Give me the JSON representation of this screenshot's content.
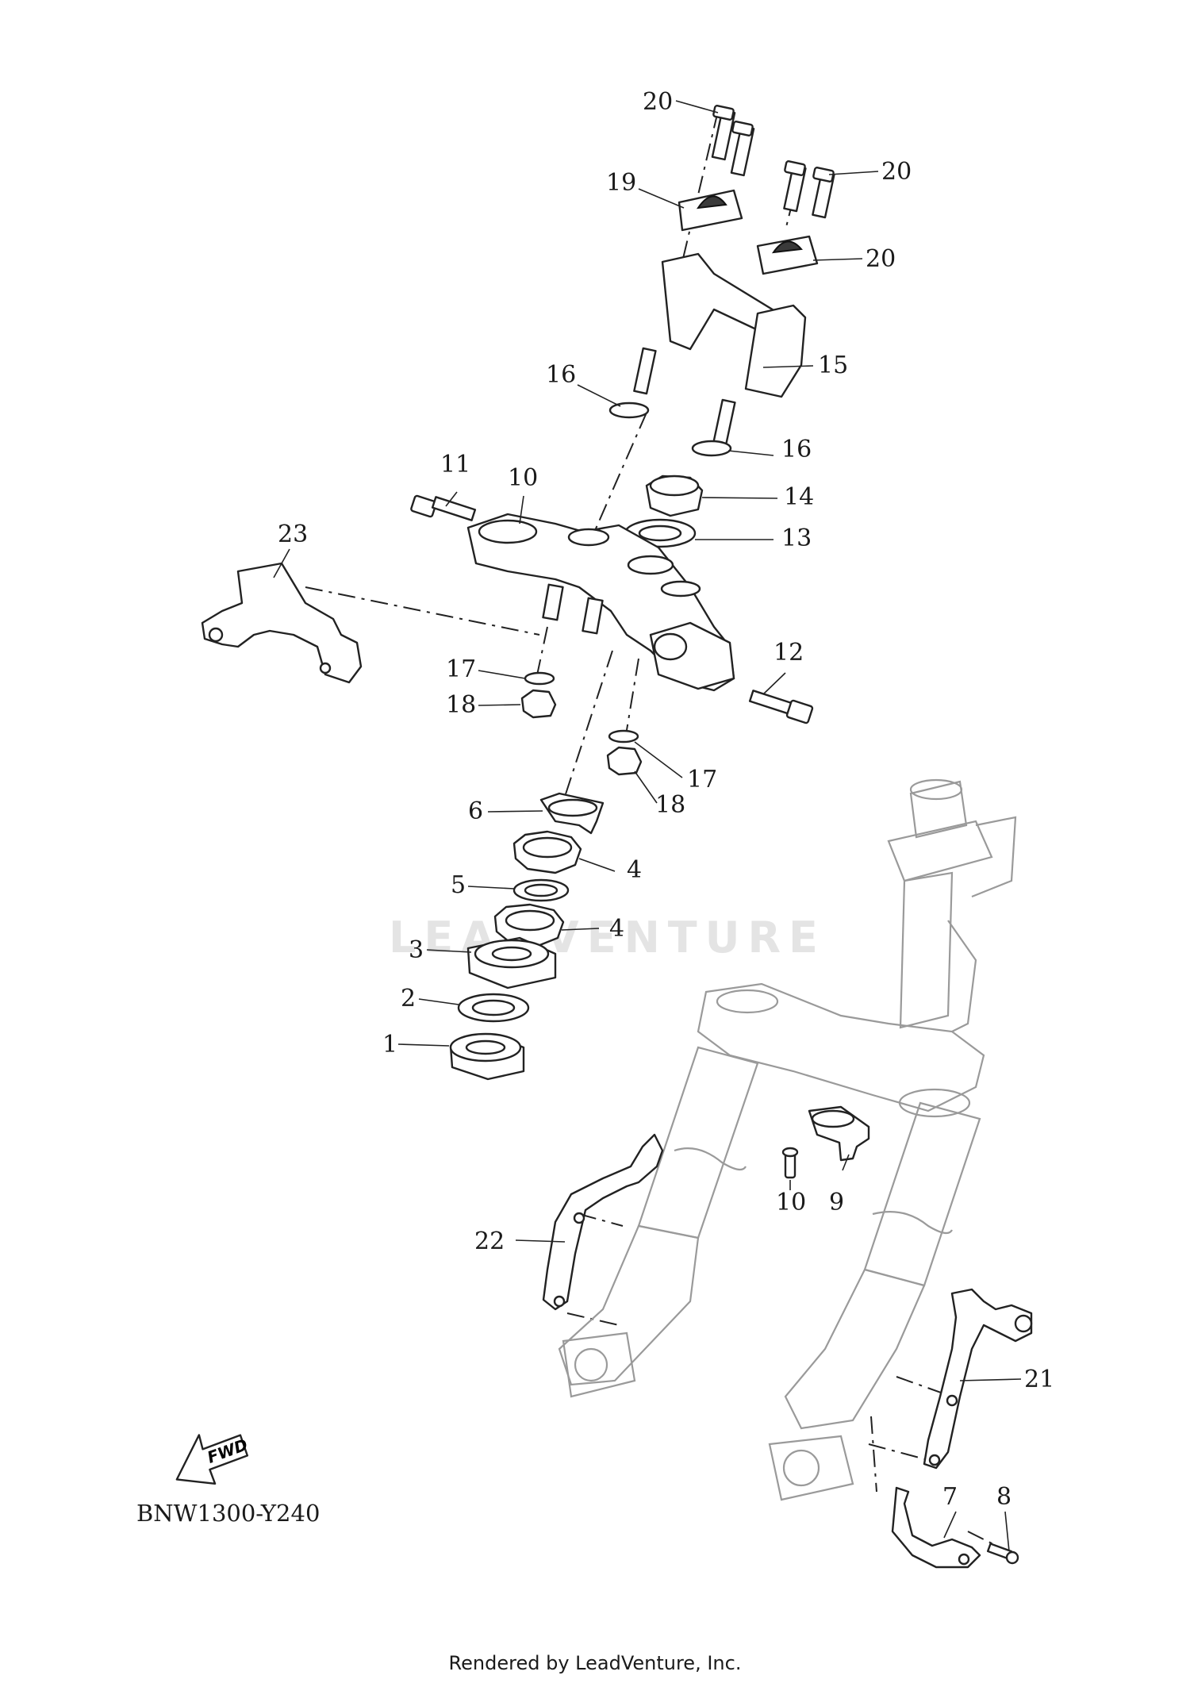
{
  "diagram": {
    "code": "BNW1300-Y240",
    "credit": "Rendered by LeadVenture, Inc.",
    "watermark": "LEADVENTURE",
    "fwd_label": "FWD",
    "callouts": [
      {
        "id": "c1",
        "text": "1"
      },
      {
        "id": "c2",
        "text": "2"
      },
      {
        "id": "c3",
        "text": "3"
      },
      {
        "id": "c4a",
        "text": "4"
      },
      {
        "id": "c4b",
        "text": "4"
      },
      {
        "id": "c5",
        "text": "5"
      },
      {
        "id": "c6",
        "text": "6"
      },
      {
        "id": "c7",
        "text": "7"
      },
      {
        "id": "c8",
        "text": "8"
      },
      {
        "id": "c9",
        "text": "9"
      },
      {
        "id": "c10",
        "text": "10"
      },
      {
        "id": "c11",
        "text": "11"
      },
      {
        "id": "c12a",
        "text": "12"
      },
      {
        "id": "c12b",
        "text": "12"
      },
      {
        "id": "c13",
        "text": "13"
      },
      {
        "id": "c14",
        "text": "14"
      },
      {
        "id": "c15",
        "text": "15"
      },
      {
        "id": "c16a",
        "text": "16"
      },
      {
        "id": "c16b",
        "text": "16"
      },
      {
        "id": "c17a",
        "text": "17"
      },
      {
        "id": "c17b",
        "text": "17"
      },
      {
        "id": "c18a",
        "text": "18"
      },
      {
        "id": "c18b",
        "text": "18"
      },
      {
        "id": "c19a",
        "text": "19"
      },
      {
        "id": "c19b",
        "text": "19"
      },
      {
        "id": "c20a",
        "text": "20"
      },
      {
        "id": "c20b",
        "text": "20"
      },
      {
        "id": "c21",
        "text": "21"
      },
      {
        "id": "c22",
        "text": "22"
      },
      {
        "id": "c23",
        "text": "23"
      }
    ]
  }
}
